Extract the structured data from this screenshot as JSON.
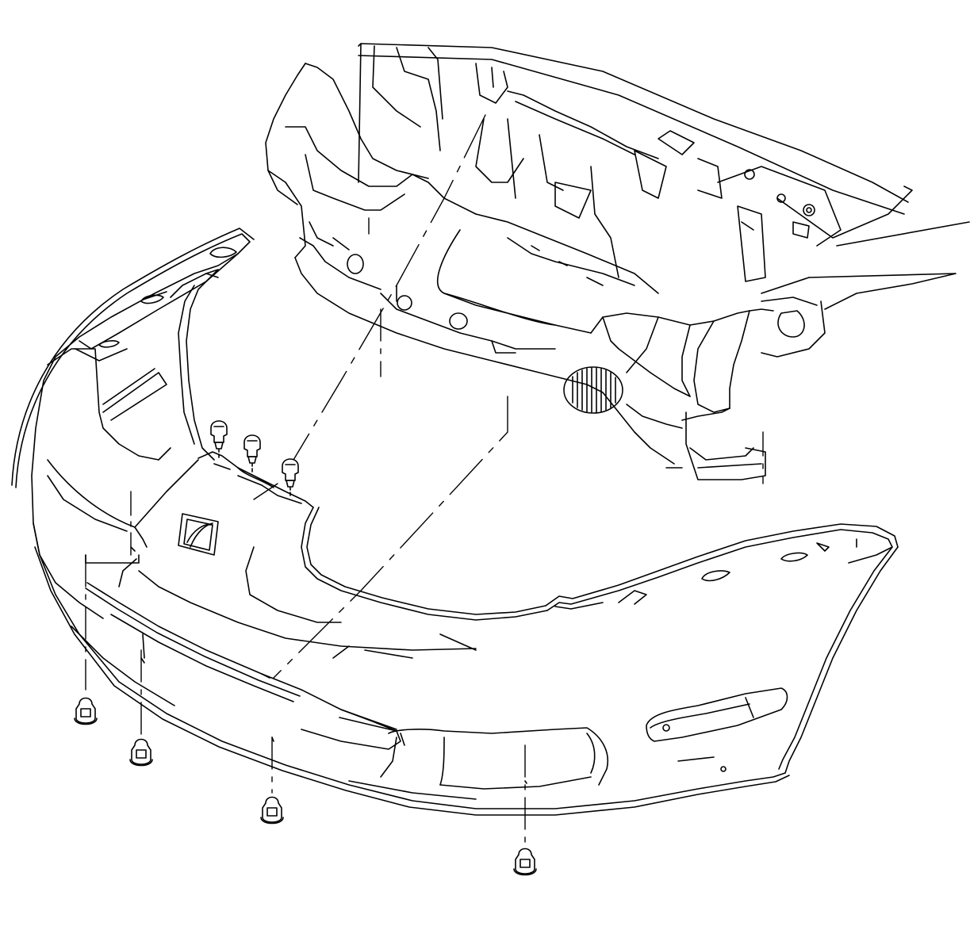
{
  "diagram": {
    "colors": {
      "line": "#000000",
      "background": "#ffffff"
    },
    "parts": [
      "front-bumper-fascia",
      "front-body-structure",
      "upper-fascia-retainer",
      "lower-fascia-retainer",
      "fog-lamp",
      "emblem"
    ]
  }
}
